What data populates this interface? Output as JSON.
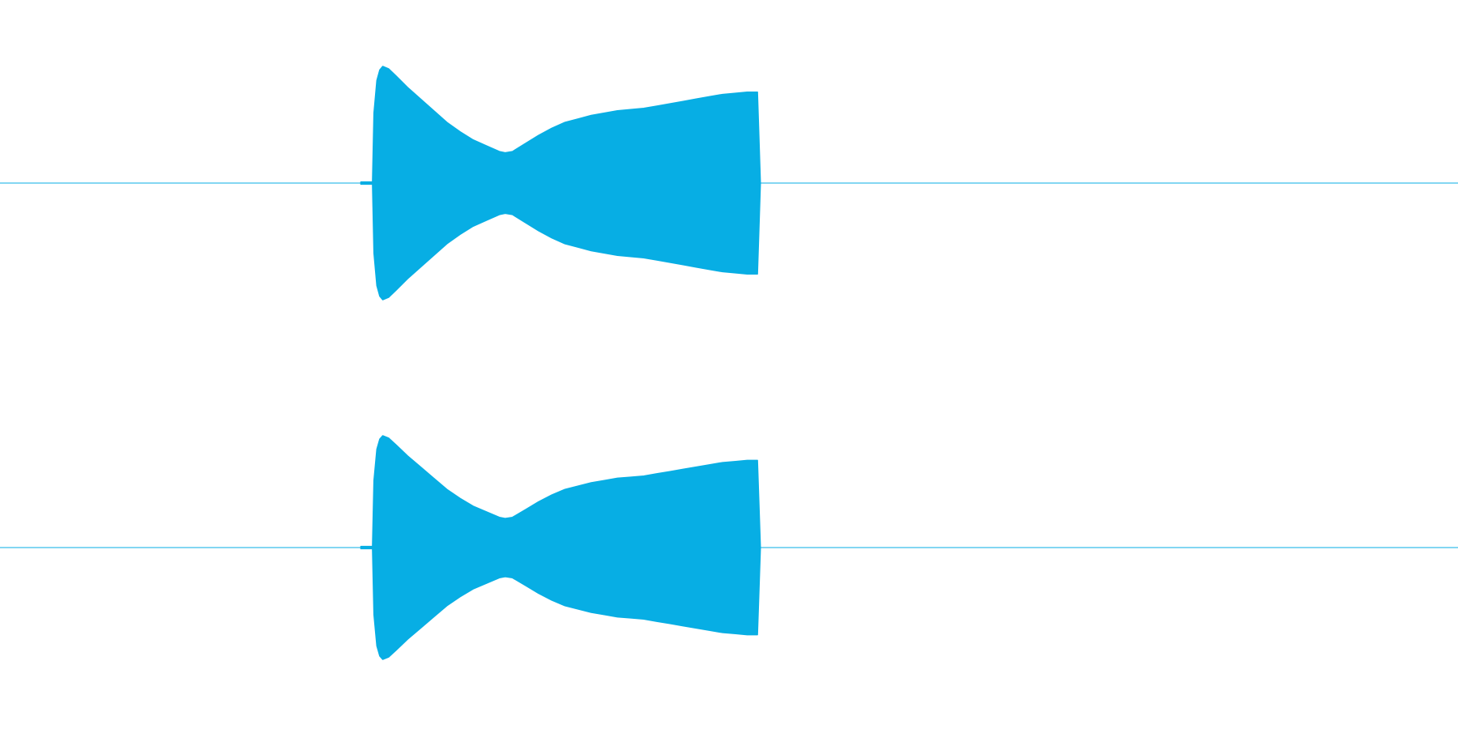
{
  "colors": {
    "background": "#ffffff",
    "waveform": "#07aee4"
  },
  "chart_data": {
    "type": "area",
    "title": "",
    "xlabel": "",
    "ylabel": "",
    "grid": false,
    "legend": "none",
    "xlim": [
      0,
      1
    ],
    "ylim": [
      -1,
      1
    ],
    "channels": [
      {
        "x": [
          0.2475,
          0.2555,
          0.2565,
          0.2585,
          0.2605,
          0.2625,
          0.2665,
          0.2715,
          0.2795,
          0.2885,
          0.2975,
          0.3065,
          0.3155,
          0.3245,
          0.3335,
          0.3425,
          0.3465,
          0.3515,
          0.3605,
          0.3695,
          0.3785,
          0.3875,
          0.3965,
          0.4055,
          0.4145,
          0.4235,
          0.4325,
          0.4415,
          0.4505,
          0.4595,
          0.4685,
          0.4775,
          0.4865,
          0.4955,
          0.5045,
          0.5125,
          0.5195,
          0.5205,
          0.5215
        ],
        "upper": [
          0.01,
          0.01,
          0.6,
          0.88,
          0.97,
          1.0,
          0.98,
          0.92,
          0.82,
          0.72,
          0.62,
          0.52,
          0.44,
          0.37,
          0.32,
          0.27,
          0.26,
          0.27,
          0.34,
          0.41,
          0.47,
          0.52,
          0.55,
          0.58,
          0.6,
          0.62,
          0.63,
          0.64,
          0.66,
          0.68,
          0.7,
          0.72,
          0.74,
          0.76,
          0.77,
          0.78,
          0.78,
          0.4,
          0.01
        ],
        "lower": [
          -0.01,
          -0.01,
          -0.6,
          -0.88,
          -0.97,
          -1.0,
          -0.98,
          -0.92,
          -0.82,
          -0.72,
          -0.62,
          -0.52,
          -0.44,
          -0.37,
          -0.32,
          -0.27,
          -0.26,
          -0.27,
          -0.34,
          -0.41,
          -0.47,
          -0.52,
          -0.55,
          -0.58,
          -0.6,
          -0.62,
          -0.63,
          -0.64,
          -0.66,
          -0.68,
          -0.7,
          -0.72,
          -0.74,
          -0.76,
          -0.77,
          -0.78,
          -0.78,
          -0.4,
          -0.01
        ]
      },
      {
        "x": [
          0.2475,
          0.2555,
          0.2565,
          0.2585,
          0.2605,
          0.2625,
          0.2665,
          0.2715,
          0.2795,
          0.2885,
          0.2975,
          0.3065,
          0.3155,
          0.3245,
          0.3335,
          0.3425,
          0.3465,
          0.3515,
          0.3605,
          0.3695,
          0.3785,
          0.3875,
          0.3965,
          0.4055,
          0.4145,
          0.4235,
          0.4325,
          0.4415,
          0.4505,
          0.4595,
          0.4685,
          0.4775,
          0.4865,
          0.4955,
          0.5045,
          0.5125,
          0.5195,
          0.5205,
          0.5215
        ],
        "upper": [
          0.01,
          0.01,
          0.6,
          0.88,
          0.97,
          1.0,
          0.98,
          0.92,
          0.82,
          0.72,
          0.62,
          0.52,
          0.44,
          0.37,
          0.32,
          0.27,
          0.26,
          0.27,
          0.34,
          0.41,
          0.47,
          0.52,
          0.55,
          0.58,
          0.6,
          0.62,
          0.63,
          0.64,
          0.66,
          0.68,
          0.7,
          0.72,
          0.74,
          0.76,
          0.77,
          0.78,
          0.78,
          0.4,
          0.01
        ],
        "lower": [
          -0.01,
          -0.01,
          -0.6,
          -0.88,
          -0.97,
          -1.0,
          -0.98,
          -0.92,
          -0.82,
          -0.72,
          -0.62,
          -0.52,
          -0.44,
          -0.37,
          -0.32,
          -0.27,
          -0.26,
          -0.27,
          -0.34,
          -0.41,
          -0.47,
          -0.52,
          -0.55,
          -0.58,
          -0.6,
          -0.62,
          -0.63,
          -0.64,
          -0.66,
          -0.68,
          -0.7,
          -0.72,
          -0.74,
          -0.76,
          -0.77,
          -0.78,
          -0.78,
          -0.4,
          -0.01
        ]
      }
    ]
  }
}
